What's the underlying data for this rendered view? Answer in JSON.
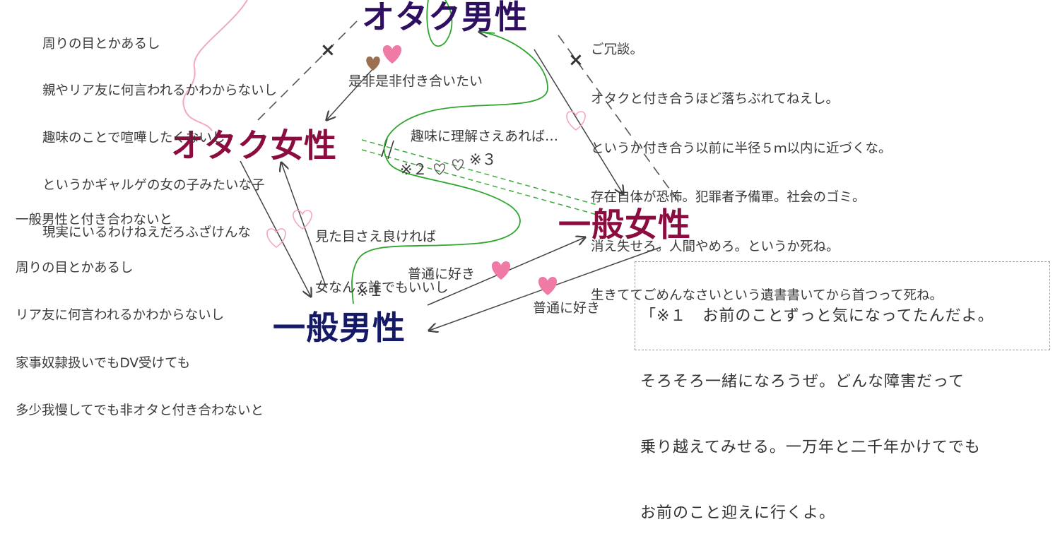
{
  "colors": {
    "otaku_male": "#2e0f60",
    "otaku_female": "#8b0d3f",
    "general_female": "#8b0d3f",
    "general_male": "#161a66",
    "arrow": "#444444",
    "dashed": "#555555",
    "green_curve": "#2fa52f",
    "green_dashed": "#3faa3f",
    "pink_curve": "#f4a6c8",
    "heart_pink": "#f07aa6",
    "heart_brown": "#9a7050"
  },
  "nodes": {
    "otaku_male": "オタク男性",
    "otaku_female": "オタク女性",
    "general_female": "一般女性",
    "general_male": "一般男性"
  },
  "texts": {
    "top_left": [
      "周りの目とかあるし",
      "親やリア友に何言われるかわからないし",
      "趣味のことで喧嘩したくないし",
      "というかギャルゲの女の子みたいな子",
      "現実にいるわけねえだろふざけんな"
    ],
    "top_right": [
      "ご冗談。",
      "オタクと付き合うほど落ちぶれてねえし。",
      "というか付き合う以前に半径５ｍ以内に近づくな。",
      "存在自体が恐怖。犯罪者予備軍。社会のゴミ。",
      "消え失せろ。人間やめろ。というか死ね。",
      "生きててごめんなさいという遺書書いてから首つって死ね。"
    ],
    "left_middle": [
      "一般男性と付き合わないと",
      "周りの目とかあるし",
      "リア友に何言われるかわからないし",
      "家事奴隷扱いでもDV受けても",
      "多少我慢してでも非オタと付き合わないと"
    ],
    "center_middle": [
      "見た目さえ良ければ",
      "女なんて誰でもいいし"
    ]
  },
  "labels": {
    "zehi": "是非是非付き合いたい",
    "shumi": "趣味に理解さえあれば…",
    "futsu1": "普通に好き",
    "futsu2": "普通に好き"
  },
  "marks": {
    "note1": "※１",
    "note2": "※２",
    "note3": "※３",
    "cross": "×"
  },
  "note": {
    "lines": [
      "「※１　お前のことずっと気になってたんだよ。",
      "そろそろ一緒になろうぜ。どんな障害だって",
      "乗り越えてみせる。一万年と二千年かけてでも",
      "お前のこと迎えに行くよ。"
    ]
  }
}
